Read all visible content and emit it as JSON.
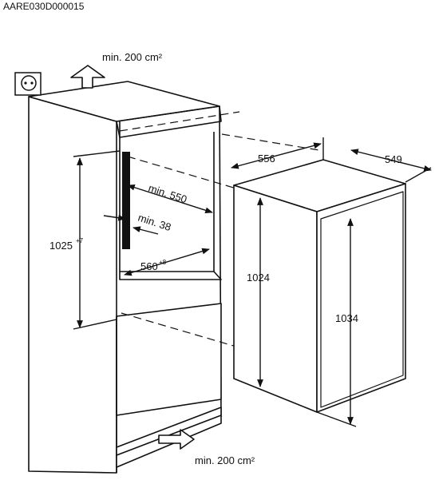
{
  "diagram": {
    "code": "AARE030D000015",
    "vent_top": "min. 200 cm²",
    "vent_bottom": "min. 200 cm²",
    "niche_height": "1025",
    "niche_height_tol": "+7",
    "niche_depth_min": "min. 550",
    "rear_gap_min": "min. 38",
    "niche_width": "560",
    "niche_width_tol": "+8",
    "appliance_depth": "556",
    "appliance_width": "549",
    "body_height": "1024",
    "door_height": "1034"
  }
}
